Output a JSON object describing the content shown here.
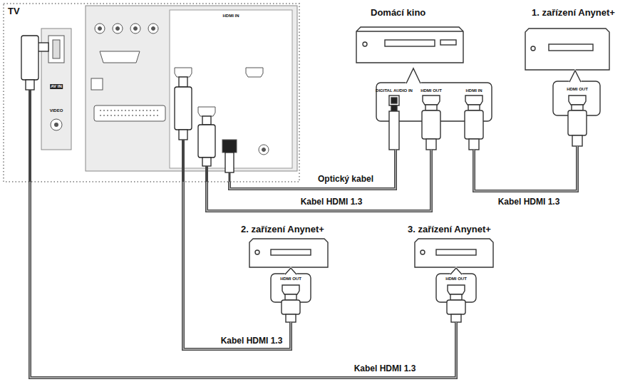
{
  "diagram": {
    "nodes": [
      {
        "text": [
          "TV"
        ]
      },
      {
        "text": [
          "Domácí kino"
        ]
      },
      {
        "text": [
          "1. zařízení Anynet+"
        ]
      },
      {
        "text": [
          "2. zařízení Anynet+"
        ]
      },
      {
        "text": [
          "3. zařízení Anynet+"
        ]
      }
    ],
    "edges": [
      {
        "from": 0,
        "to": 1,
        "arrow": "none",
        "label": "Optický kabel"
      },
      {
        "from": 0,
        "to": 1,
        "arrow": "none",
        "label": "Kabel HDMI 1.3"
      },
      {
        "from": 1,
        "to": 2,
        "arrow": "none",
        "label": "Kabel HDMI 1.3"
      },
      {
        "from": 0,
        "to": 3,
        "arrow": "none",
        "label": "Kabel HDMI 1.3"
      },
      {
        "from": 0,
        "to": 4,
        "arrow": "none",
        "label": "Kabel HDMI 1.3"
      }
    ],
    "labels": [
      "DIGITAL AUDIO IN",
      "HDMI OUT",
      "HDMI IN",
      "HDMI OUT",
      "HDMI OUT",
      "HDMI OUT",
      "HDMI IN",
      "AV IN",
      "VIDEO"
    ]
  }
}
